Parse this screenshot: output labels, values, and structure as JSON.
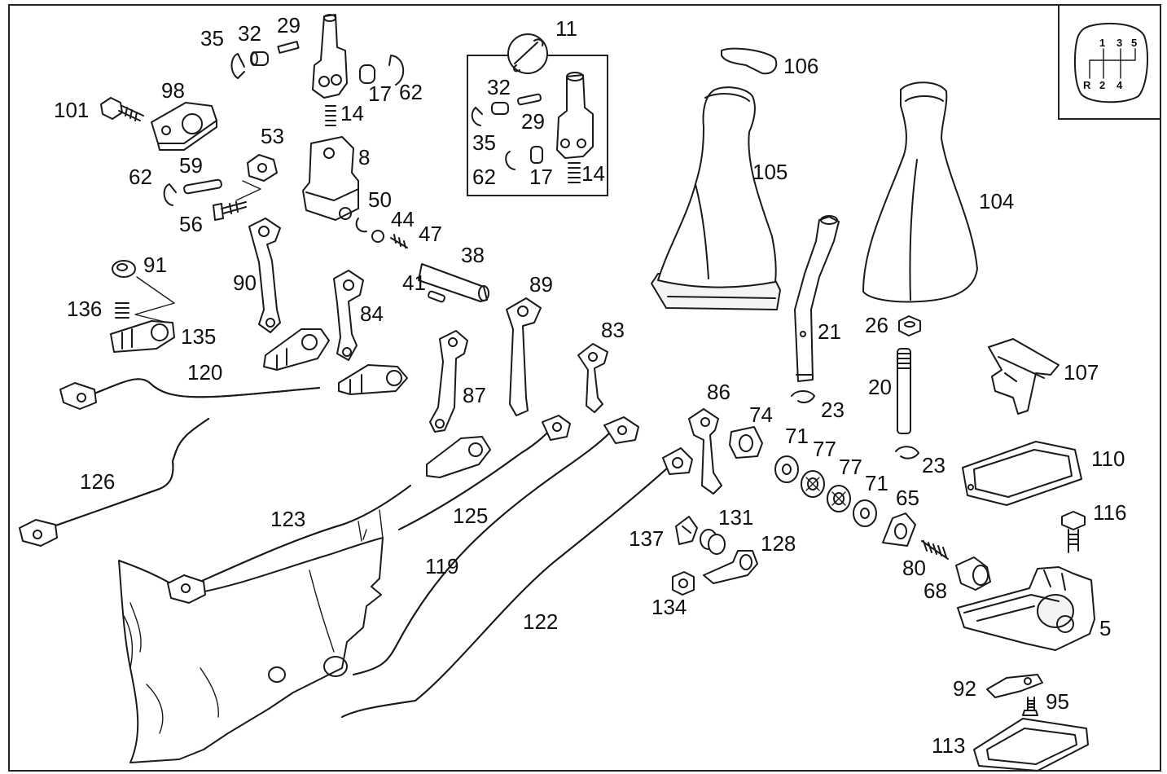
{
  "labels": {
    "l35a": "35",
    "l32a": "32",
    "l29a": "29",
    "l17a": "17",
    "l62a": "62",
    "l14a": "14",
    "l101": "101",
    "l98": "98",
    "l53": "53",
    "l8": "8",
    "l62b": "62",
    "l59": "59",
    "l56": "56",
    "l50": "50",
    "l44": "44",
    "l47": "47",
    "l38": "38",
    "l41": "41",
    "l11": "11",
    "l32b": "32",
    "l29b": "29",
    "l35b": "35",
    "l62c": "62",
    "l17b": "17",
    "l14b": "14",
    "l106": "106",
    "l105": "105",
    "l104": "104",
    "l91": "91",
    "l90": "90",
    "l84": "84",
    "l136": "136",
    "l135": "135",
    "l89": "89",
    "l83": "83",
    "l87": "87",
    "l120": "120",
    "l21": "21",
    "l26": "26",
    "l20": "20",
    "l23a": "23",
    "l23b": "23",
    "l107": "107",
    "l86": "86",
    "l74": "74",
    "l71a": "71",
    "l77a": "77",
    "l77b": "77",
    "l71b": "71",
    "l65": "65",
    "l110": "110",
    "l116": "116",
    "l126": "126",
    "l123": "123",
    "l125": "125",
    "l119": "119",
    "l122": "122",
    "l137": "137",
    "l131": "131",
    "l128": "128",
    "l134": "134",
    "l80": "80",
    "l68": "68",
    "l5": "5",
    "l92": "92",
    "l95": "95",
    "l113": "113"
  },
  "shift_pattern": {
    "top_gears": [
      "1",
      "3",
      "5"
    ],
    "bottom_gears": [
      "R",
      "2",
      "4"
    ]
  }
}
